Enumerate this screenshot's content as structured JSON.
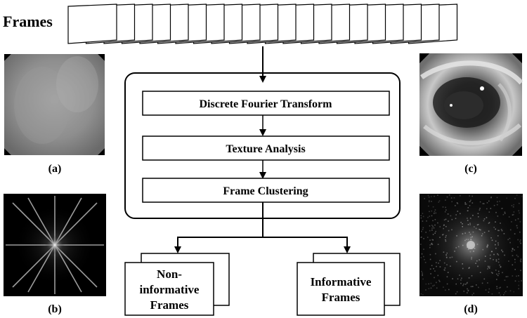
{
  "diagram": {
    "frames_label": "Frames",
    "pipeline_steps": [
      "Discrete Fourier Transform",
      "Texture Analysis",
      "Frame Clustering"
    ],
    "outputs": {
      "non_informative": [
        "Non-",
        "informative",
        "Frames"
      ],
      "informative": [
        "Informative",
        "Frames"
      ]
    },
    "image_captions": [
      "(a)",
      "(b)",
      "(c)",
      "(d)"
    ],
    "colors": {
      "stroke": "#000000",
      "background": "#ffffff"
    }
  }
}
